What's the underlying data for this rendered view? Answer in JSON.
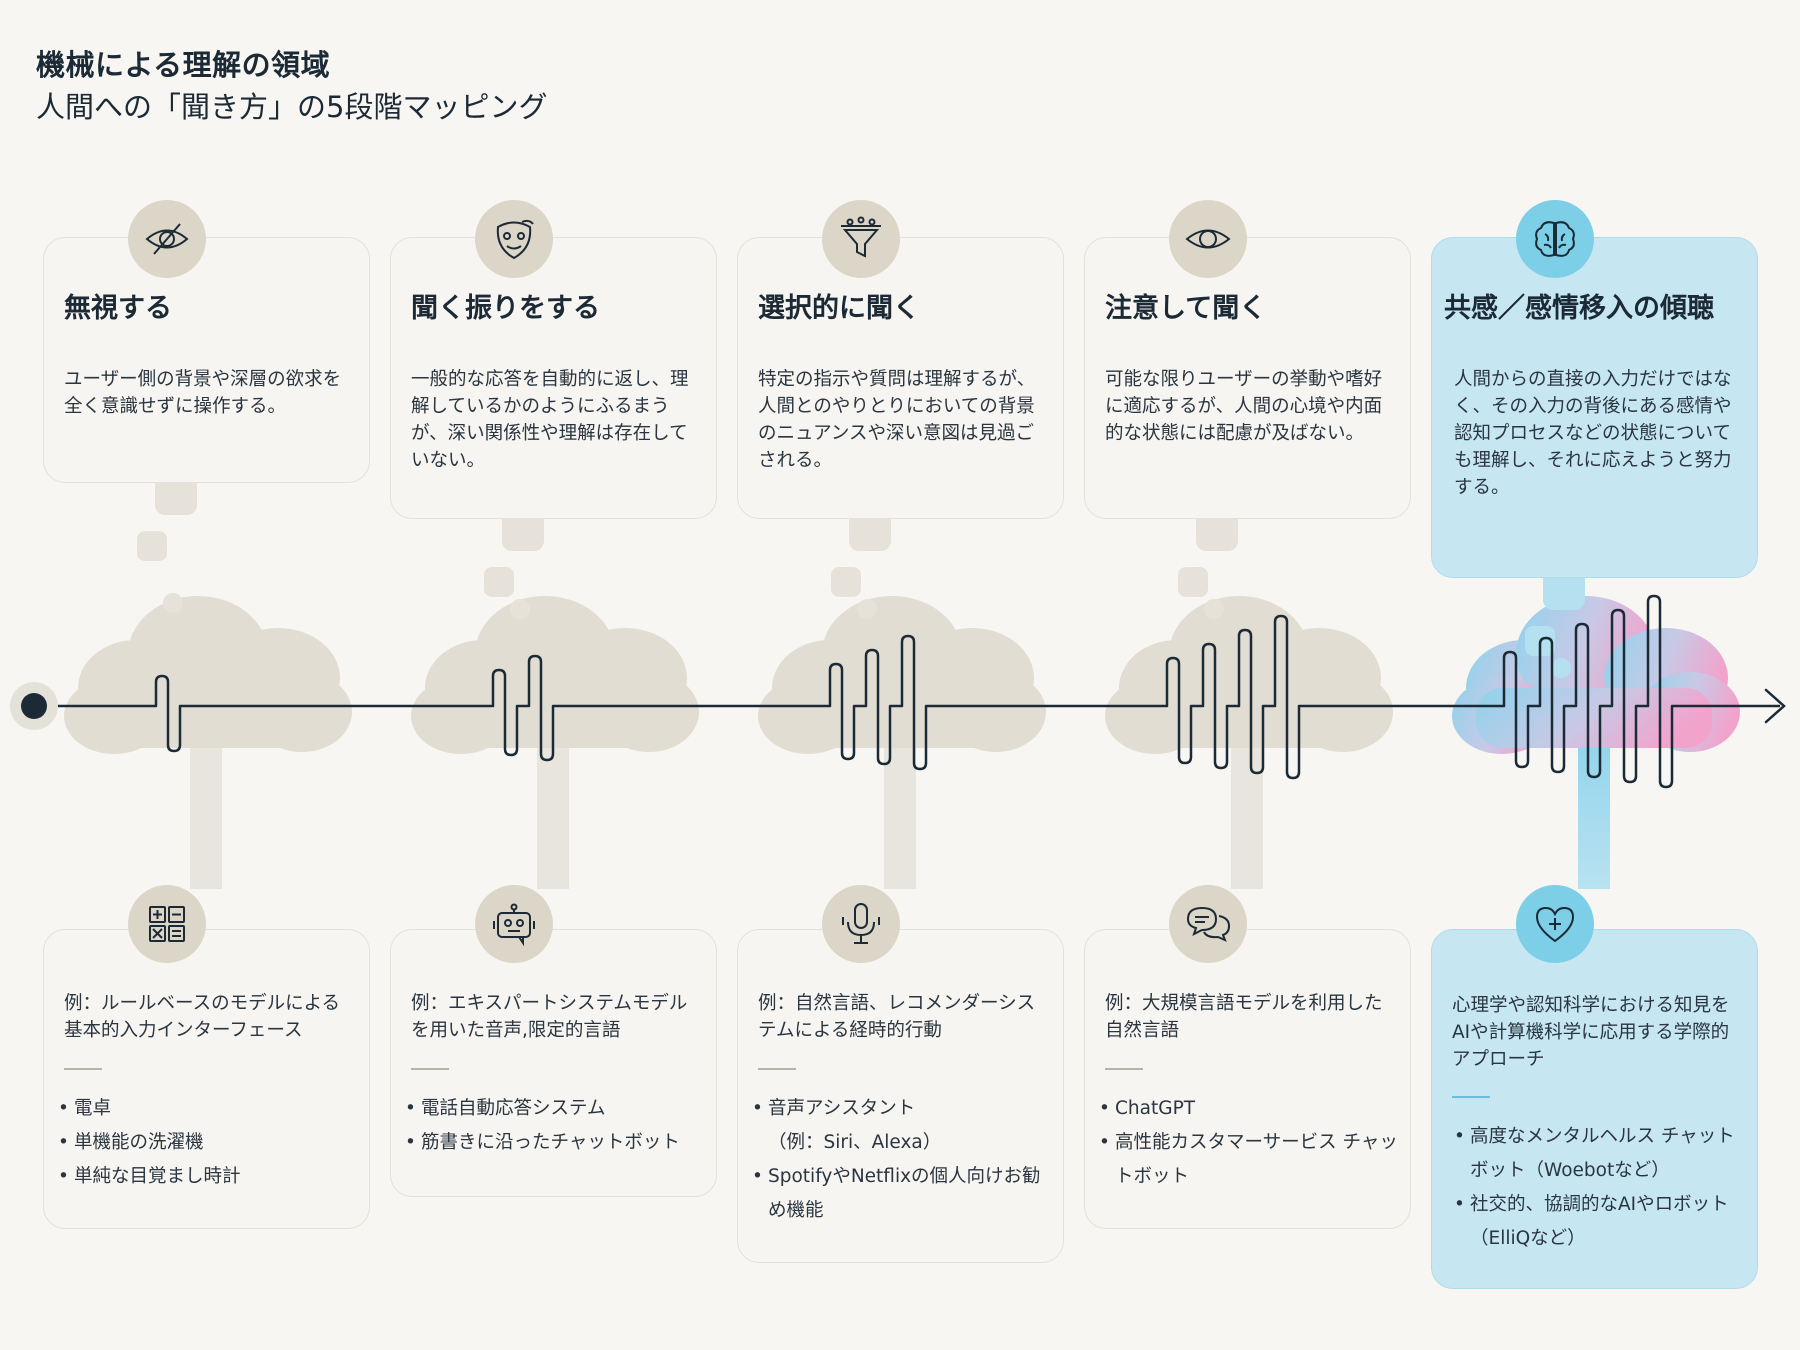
{
  "header": {
    "title": "機械による理解の領域",
    "subtitle": "人間への「聞き方」の5段階マッピング"
  },
  "stages": [
    {
      "title": "無視する",
      "description": "ユーザー側の背景や深層の欲求を全く意識せずに操作する。",
      "top_icon": "eye-slash-icon",
      "bottom_icon": "calculator-icon",
      "example": "例：ルールベースのモデルによる基本的入力インターフェース",
      "items": [
        "電卓",
        "単機能の洗濯機",
        "単純な目覚まし時計"
      ],
      "wave_amplitude": 1,
      "highlighted": false
    },
    {
      "title": "聞く振りをする",
      "description": "一般的な応答を自動的に返し、理解しているかのようにふるまうが、深い関係性や理解は存在していない。",
      "top_icon": "mask-icon",
      "bottom_icon": "robot-icon",
      "example": "例：エキスパートシステムモデルを用いた音声,限定的言語",
      "items": [
        "電話自動応答システム",
        "筋書きに沿ったチャットボット"
      ],
      "wave_amplitude": 2,
      "highlighted": false
    },
    {
      "title": "選択的に聞く",
      "description": "特定の指示や質問は理解するが、人間とのやりとりにおいての背景のニュアンスや深い意図は見過ごされる。",
      "top_icon": "filter-icon",
      "bottom_icon": "microphone-icon",
      "example": "例：自然言語、レコメンダーシステムによる経時的行動",
      "items": [
        "音声アシスタント\n（例：Siri、Alexa）",
        "SpotifyやNetflixの個人向けお勧め機能"
      ],
      "wave_amplitude": 3,
      "highlighted": false
    },
    {
      "title": "注意して聞く",
      "description": "可能な限りユーザーの挙動や嗜好に適応するが、人間の心境や内面的な状態には配慮が及ばない。",
      "top_icon": "eye-icon",
      "bottom_icon": "chat-bubbles-icon",
      "example": "例：大規模言語モデルを利用した自然言語",
      "items": [
        "ChatGPT",
        "高性能カスタマーサービス チャットボット"
      ],
      "wave_amplitude": 4,
      "highlighted": false
    },
    {
      "title": "共感／感情移入の傾聴",
      "description": "人間からの直接の入力だけではなく、その入力の背後にある感情や認知プロセスなどの状態についても理解し、それに応えようと努力する。",
      "top_icon": "brain-icon",
      "bottom_icon": "heart-plus-icon",
      "example": "心理学や認知科学における知見をAIや計算機科学に応用する学際的アプローチ",
      "items": [
        "高度なメンタルヘルス チャットボット（Woebotなど）",
        "社交的、協調的なAIやロボット（ElliQなど）"
      ],
      "wave_amplitude": 5,
      "highlighted": true
    }
  ],
  "colors": {
    "background": "#f7f6f2",
    "card": "#f7f5f1",
    "card_border": "#e4e1da",
    "highlight": "#c6e7f2",
    "icon_bg": "#dcd6c9",
    "cloud": "#e2ddd3",
    "line": "#1c2a36",
    "gradient_start": "#8fd3ec",
    "gradient_end": "#f2a3cc"
  }
}
